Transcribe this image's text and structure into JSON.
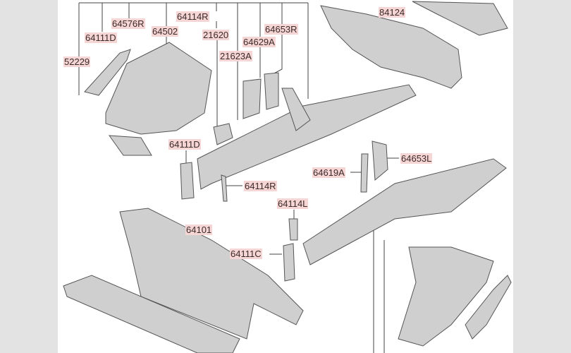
{
  "diagram": {
    "part_labels": [
      "64576R",
      "64111D",
      "64502",
      "64114R",
      "21620",
      "64653R",
      "64629A",
      "21623A",
      "52229",
      "84124",
      "64111D",
      "64114R",
      "64619A",
      "64653L",
      "64114L",
      "64101",
      "64111C"
    ]
  },
  "colors": {
    "label_highlight": "#f6d6d4",
    "part_fill": "#c9c9c9",
    "part_stroke": "#555555",
    "border": "#e3e3e3"
  }
}
